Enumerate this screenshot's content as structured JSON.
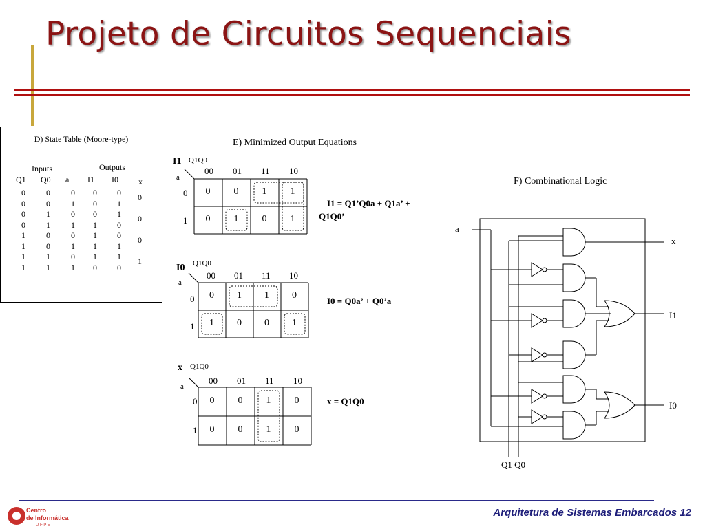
{
  "title": "Projeto de Circuitos Sequenciais",
  "state_table": {
    "caption": "D) State Table (Moore-type)",
    "group_inputs": "Inputs",
    "group_outputs": "Outputs",
    "headers": [
      "Q1",
      "Q0",
      "a",
      "I1",
      "I0",
      "x"
    ],
    "rows": [
      [
        "0",
        "0",
        "0",
        "0",
        "0"
      ],
      [
        "0",
        "0",
        "1",
        "0",
        "1"
      ],
      [
        "0",
        "1",
        "0",
        "0",
        "1"
      ],
      [
        "0",
        "1",
        "1",
        "1",
        "0"
      ],
      [
        "1",
        "0",
        "0",
        "1",
        "0"
      ],
      [
        "1",
        "0",
        "1",
        "1",
        "1"
      ],
      [
        "1",
        "1",
        "0",
        "1",
        "1"
      ],
      [
        "1",
        "1",
        "1",
        "0",
        "0"
      ]
    ],
    "x_values": [
      "0",
      "0",
      "0",
      "1"
    ]
  },
  "section_e_title": "E) Minimized Output Equations",
  "section_f_title": "F) Combinational Logic",
  "kmaps": [
    {
      "name": "I1",
      "col_var": "Q1Q0",
      "row_var": "a",
      "col_labels": [
        "00",
        "01",
        "11",
        "10"
      ],
      "row_labels": [
        "0",
        "1"
      ],
      "cells": [
        [
          "0",
          "0",
          "1",
          "1"
        ],
        [
          "0",
          "1",
          "0",
          "1"
        ]
      ],
      "equation_line1": "I1 = Q1’Q0a + Q1a’ +",
      "equation_line2": "Q1Q0’"
    },
    {
      "name": "I0",
      "col_var": "Q1Q0",
      "row_var": "a",
      "col_labels": [
        "00",
        "01",
        "11",
        "10"
      ],
      "row_labels": [
        "0",
        "1"
      ],
      "cells": [
        [
          "0",
          "1",
          "1",
          "0"
        ],
        [
          "1",
          "0",
          "0",
          "1"
        ]
      ],
      "equation_line1": "I0 = Q0a’ + Q0’a"
    },
    {
      "name": "x",
      "col_var": "Q1Q0",
      "row_var": "a",
      "col_labels": [
        "00",
        "01",
        "11",
        "10"
      ],
      "row_labels": [
        "0",
        "1"
      ],
      "cells": [
        [
          "0",
          "0",
          "1",
          "0"
        ],
        [
          "0",
          "0",
          "1",
          "0"
        ]
      ],
      "equation_line1": "x = Q1Q0"
    }
  ],
  "circuit": {
    "input_a": "a",
    "output_x": "x",
    "output_i1": "I1",
    "output_i0": "I0",
    "bottom_inputs": "Q1 Q0"
  },
  "footer": {
    "text": "Arquitetura de Sistemas Embarcados 12",
    "logo_line1": "Centro",
    "logo_line2": "de Informática",
    "logo_line3": "U F P E"
  },
  "colors": {
    "title": "#8b1414",
    "rule": "#b01010",
    "accent_bar": "#c8a73c",
    "footer": "#1e1e7a"
  }
}
